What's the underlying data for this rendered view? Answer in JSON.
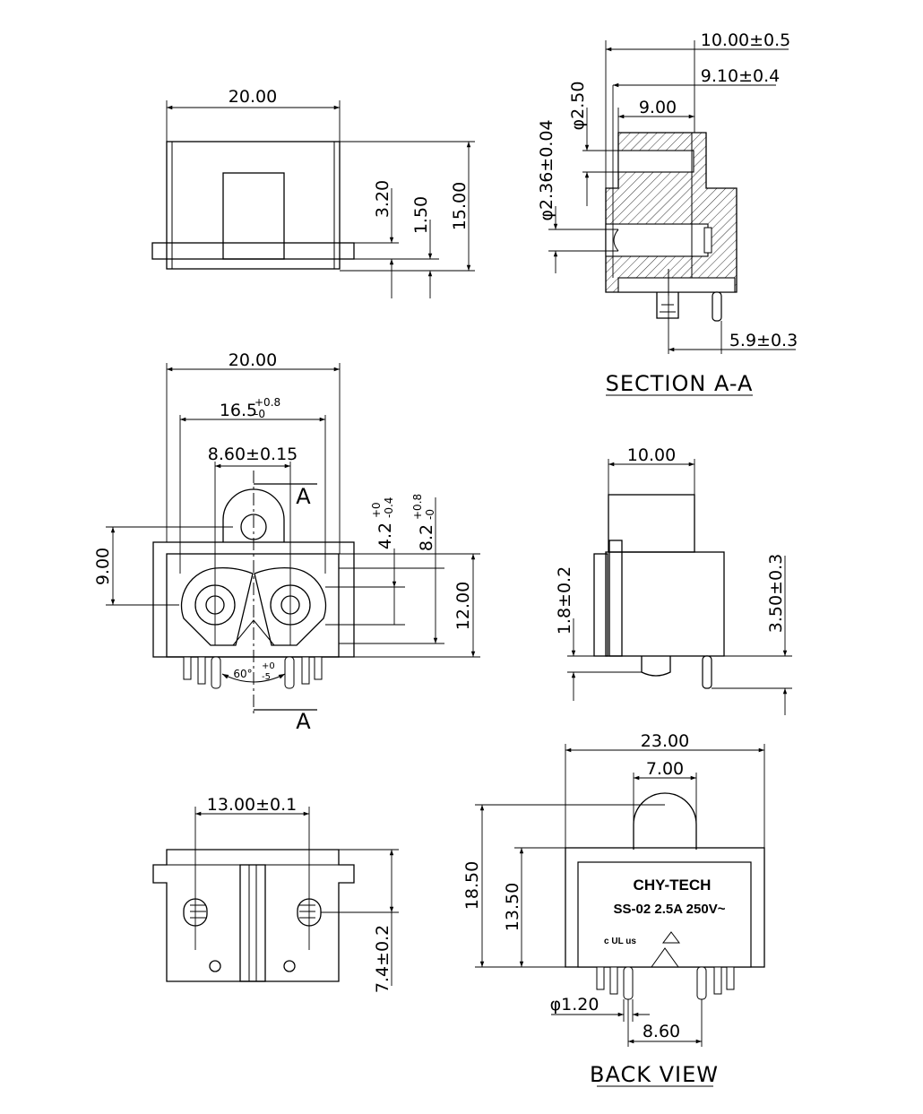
{
  "top_view": {
    "width": "20.00",
    "d_3_20": "3.20",
    "d_1_50": "1.50",
    "height": "15.00"
  },
  "section": {
    "w_10": "10.00±0.5",
    "w_9_10": "9.10±0.4",
    "w_9": "9.00",
    "dia_2_50": "φ2.50",
    "dia_2_36": "φ2.36±0.04",
    "pin_5_9": "5.9±0.3",
    "label": "SECTION A-A"
  },
  "front_view": {
    "width": "20.00",
    "w_16_5_base": "16.5",
    "w_16_5_sup": "+0.8",
    "w_16_5_sub": "-0",
    "w_8_60": "8.60±0.15",
    "section_mark": "A",
    "h_9": "9.00",
    "h_4_2_base": "4.2",
    "h_4_2_sup": "+0",
    "h_4_2_sub": "-0.4",
    "h_8_2_base": "8.2",
    "h_8_2_sup": "+0.8",
    "h_8_2_sub": "-0",
    "h_12": "12.00",
    "angle_base": "60°",
    "angle_sup": "+0",
    "angle_sub": "-5"
  },
  "side_view": {
    "width": "10.00",
    "d_1_8": "1.8±0.2",
    "d_3_50": "3.50±0.3"
  },
  "bottom_view": {
    "width": "13.00±0.1",
    "height": "7.4±0.2"
  },
  "back_view": {
    "width": "23.00",
    "w_7": "7.00",
    "h_18_5": "18.50",
    "h_13_5": "13.50",
    "dia_1_20": "φ1.20",
    "pitch": "8.60",
    "brand": "CHY-TECH",
    "model": "SS-02  2.5A  250V~",
    "ul_mark": "c UL us",
    "label": "BACK VIEW"
  }
}
